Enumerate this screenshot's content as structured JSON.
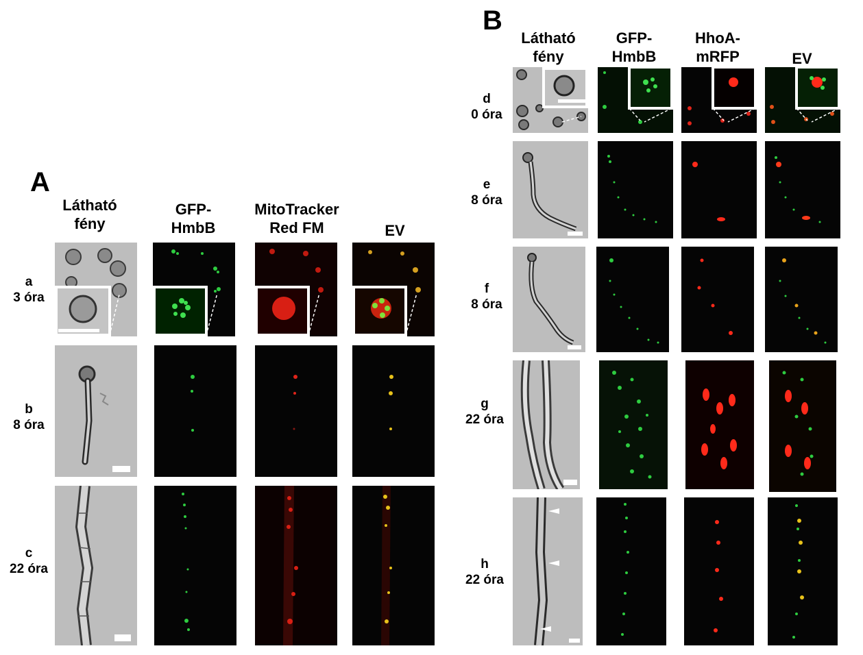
{
  "panelA": {
    "letter": "A",
    "columns": [
      "Látható\nfény",
      "GFP-\nHmbB",
      "MitoTracker\nRed FM",
      "EV"
    ],
    "rows": [
      "a\n3 óra",
      "b\n8 óra",
      "c\n22 óra"
    ]
  },
  "panelB": {
    "letter": "B",
    "columns": [
      "Látható\nfény",
      "GFP-\nHmbB",
      "HhoA-\nmRFP",
      "EV"
    ],
    "rows": [
      "d\n0 óra",
      "e\n8 óra",
      "f\n8 óra",
      "g\n22 óra",
      "h\n22 óra"
    ]
  },
  "colors": {
    "brightfield": "#bdbdbd",
    "gfp": "#2ecc40",
    "rfp": "#ff2a1a",
    "merge": "#e8c21a",
    "background": "#050505"
  }
}
